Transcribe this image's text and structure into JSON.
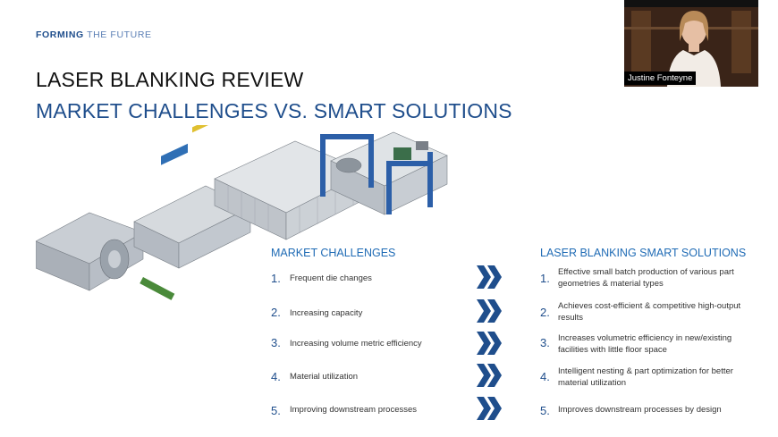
{
  "brand": {
    "part1": "FORMING",
    "part2": "THE FUTURE"
  },
  "title": {
    "line1": "LASER BLANKING REVIEW",
    "line2": "MARKET CHALLENGES VS. SMART SOLUTIONS"
  },
  "video": {
    "participant_name": "Justine Fonteyne"
  },
  "challenges": {
    "heading": "MARKET CHALLENGES",
    "items": [
      {
        "num": "1.",
        "text": "Frequent die changes"
      },
      {
        "num": "2.",
        "text": "Increasing capacity"
      },
      {
        "num": "3.",
        "text": "Increasing volume metric efficiency"
      },
      {
        "num": "4.",
        "text": "Material utilization"
      },
      {
        "num": "5.",
        "text": "Improving downstream processes"
      }
    ]
  },
  "solutions": {
    "heading": "LASER BLANKING SMART SOLUTIONS",
    "items": [
      {
        "num": "1.",
        "text": "Effective small batch production of various part geometries & material types"
      },
      {
        "num": "2.",
        "text": "Achieves cost-efficient & competitive high-output results"
      },
      {
        "num": "3.",
        "text": "Increases volumetric efficiency in new/existing facilities with little floor space"
      },
      {
        "num": "4.",
        "text": "Intelligent nesting & part optimization for better material utilization"
      },
      {
        "num": "5.",
        "text": "Improves downstream processes by design"
      }
    ]
  },
  "colors": {
    "brand_blue": "#1f4e8c",
    "heading_blue": "#1f6bb5",
    "chevron_blue": "#1f4e8c"
  }
}
